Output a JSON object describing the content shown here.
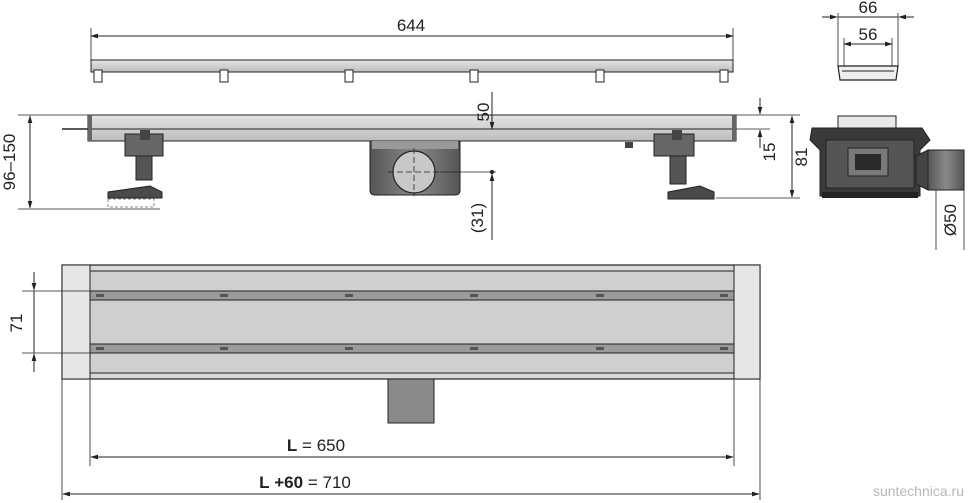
{
  "dimensions": {
    "top_length": "644",
    "top_width_outer": "66",
    "top_width_inner": "56",
    "side_height_range": "96–150",
    "side_outlet_offset": "50",
    "side_outlet_center": "(31)",
    "side_profile_height": "15",
    "side_total_height": "81",
    "outlet_diameter": "Ø50",
    "plan_width": "71",
    "plan_length_L_symbol": "L",
    "plan_length_L_value": "650",
    "plan_total_prefix": "L",
    "plan_total_addition": "+60",
    "plan_total_value": "710",
    "equals": "="
  },
  "watermark": "suntechnica.ru",
  "colors": {
    "line": "#222222",
    "steel_light": "#d4d4d4",
    "steel_mid": "#a8a8a8",
    "steel_dark": "#555555",
    "body_dark": "#3a3a3a"
  }
}
